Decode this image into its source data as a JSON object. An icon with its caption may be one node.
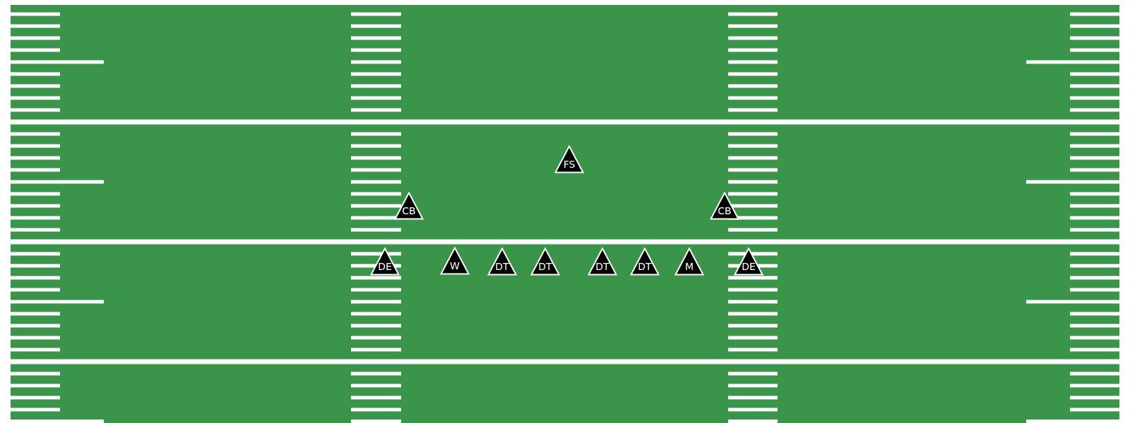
{
  "diagram": {
    "nodes": [
      {
        "text": [
          "FS"
        ]
      },
      {
        "text": [
          "CB"
        ]
      },
      {
        "text": [
          "CB"
        ]
      },
      {
        "text": [
          "DE"
        ]
      },
      {
        "text": [
          "W"
        ]
      },
      {
        "text": [
          "DT"
        ]
      },
      {
        "text": [
          "DT"
        ]
      },
      {
        "text": [
          "DT"
        ]
      },
      {
        "text": [
          "DT"
        ]
      },
      {
        "text": [
          "M"
        ]
      },
      {
        "text": [
          "DE"
        ]
      }
    ]
  }
}
